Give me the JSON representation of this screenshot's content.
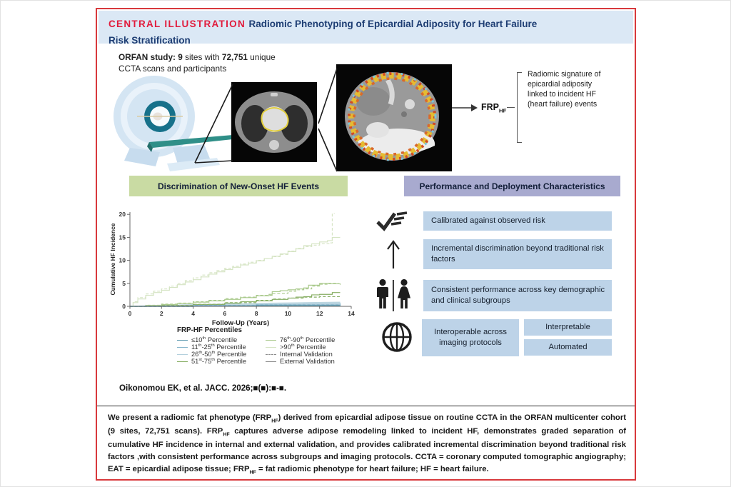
{
  "header": {
    "kicker": "CENTRAL ILLUSTRATION",
    "title_line1": "Radiomic Phenotyping of Epicardial Adiposity for Heart Failure",
    "title_line2": "Risk Stratification"
  },
  "study_text": "*ORFAN study:* *9* sites with *72,751* unique CCTA scans and participants",
  "frp": {
    "label": "FRP~HF~",
    "annotation": "Radiomic signature of epicardial adiposity linked to incident HF (heart failure) events"
  },
  "sections": {
    "left": "Discrimination of New-Onset HF Events",
    "right": "Performance and Deployment Characteristics"
  },
  "chart_data": {
    "type": "line",
    "title": "",
    "xlabel": "Follow-Up (Years)",
    "ylabel": "Cumulative HF Incidence",
    "xlim": [
      0,
      14
    ],
    "ylim": [
      0,
      20.5
    ],
    "xticks": [
      0,
      2,
      4,
      6,
      8,
      10,
      12,
      14
    ],
    "yticks": [
      0,
      5,
      10,
      15,
      20
    ],
    "legend_title": "FRP-HF Percentiles",
    "legend_col1": [
      {
        "label": "≤10^th^ Percentile",
        "color": "#5e9ab0",
        "dash": false
      },
      {
        "label": "11^th^-25^th^ Percentile",
        "color": "#86b6cc",
        "dash": false
      },
      {
        "label": "26^th^-50^th^ Percentile",
        "color": "#b3d0dd",
        "dash": false
      },
      {
        "label": "51^st^-75^th^ Percentile",
        "color": "#86ad62",
        "dash": false
      }
    ],
    "legend_col2": [
      {
        "label": "76^th^-90^th^ Percentile",
        "color": "#a9c98b",
        "dash": false
      },
      {
        "label": ">90^th^ Percentile",
        "color": "#d5e4c3",
        "dash": false
      },
      {
        "label": "Internal Validation",
        "color": "#8a8a8a",
        "dash": true
      },
      {
        "label": "External Validation",
        "color": "#8a8a8a",
        "dash": false
      }
    ],
    "band": {
      "color": "#6fa6bc",
      "opacity": 0.45,
      "upper": [
        [
          0,
          0.12
        ],
        [
          5,
          0.55
        ],
        [
          9,
          0.8
        ],
        [
          13.3,
          1.0
        ]
      ],
      "lower": [
        [
          0,
          0
        ],
        [
          13.3,
          0.05
        ]
      ]
    },
    "series": [
      {
        "name": ">90th Percentile (Internal Validation)",
        "color": "#d5e4c3",
        "dash": true,
        "points": [
          [
            0,
            0
          ],
          [
            0.2,
            1.0
          ],
          [
            0.5,
            1.9
          ],
          [
            1,
            2.7
          ],
          [
            1.5,
            3.3
          ],
          [
            2,
            3.8
          ],
          [
            2.5,
            4.4
          ],
          [
            3,
            5.0
          ],
          [
            3.5,
            5.6
          ],
          [
            4,
            6.2
          ],
          [
            4.5,
            6.8
          ],
          [
            5,
            7.3
          ],
          [
            5.5,
            7.8
          ],
          [
            6,
            8.3
          ],
          [
            6.5,
            8.7
          ],
          [
            7,
            9.2
          ],
          [
            7.5,
            9.6
          ],
          [
            8,
            10.0
          ],
          [
            8.5,
            10.4
          ],
          [
            9,
            10.8
          ],
          [
            9.5,
            11.3
          ],
          [
            10,
            12.0
          ],
          [
            10.5,
            12.6
          ],
          [
            11,
            13.0
          ],
          [
            11.5,
            13.3
          ],
          [
            12,
            13.6
          ],
          [
            12.7,
            13.8
          ],
          [
            12.8,
            20.2
          ],
          [
            12.95,
            20.2
          ]
        ]
      },
      {
        "name": ">90th Percentile (External Validation)",
        "color": "#d5e4c3",
        "dash": false,
        "points": [
          [
            0,
            0
          ],
          [
            0.2,
            0.8
          ],
          [
            0.5,
            1.6
          ],
          [
            1,
            2.4
          ],
          [
            1.5,
            3.0
          ],
          [
            2,
            3.5
          ],
          [
            2.5,
            4.1
          ],
          [
            3,
            4.7
          ],
          [
            3.5,
            5.3
          ],
          [
            4,
            5.8
          ],
          [
            4.5,
            6.4
          ],
          [
            5,
            7.0
          ],
          [
            5.5,
            7.5
          ],
          [
            6,
            8.0
          ],
          [
            6.5,
            8.5
          ],
          [
            7,
            9.0
          ],
          [
            7.5,
            9.4
          ],
          [
            8,
            9.9
          ],
          [
            8.5,
            10.4
          ],
          [
            9,
            10.9
          ],
          [
            9.5,
            11.4
          ],
          [
            10,
            11.9
          ],
          [
            10.5,
            12.5
          ],
          [
            11,
            13.2
          ],
          [
            11.5,
            13.6
          ],
          [
            12,
            14.0
          ],
          [
            12.5,
            14.3
          ],
          [
            12.8,
            15.0
          ],
          [
            13.3,
            15.0
          ]
        ]
      },
      {
        "name": "76th-90th Percentile (Internal Validation)",
        "color": "#a9c98b",
        "dash": true,
        "points": [
          [
            0,
            0
          ],
          [
            1,
            0.25
          ],
          [
            2,
            0.5
          ],
          [
            3,
            0.7
          ],
          [
            4,
            1.0
          ],
          [
            5,
            1.3
          ],
          [
            6,
            1.7
          ],
          [
            7,
            2.0
          ],
          [
            8,
            2.4
          ],
          [
            9,
            2.8
          ],
          [
            10,
            3.3
          ],
          [
            10.5,
            3.6
          ],
          [
            11,
            3.8
          ],
          [
            11.5,
            4.4
          ],
          [
            12,
            4.8
          ],
          [
            12.5,
            5.0
          ],
          [
            13.2,
            5.0
          ]
        ]
      },
      {
        "name": "76th-90th Percentile (External Validation)",
        "color": "#a9c98b",
        "dash": false,
        "points": [
          [
            0,
            0
          ],
          [
            1,
            0.2
          ],
          [
            2,
            0.4
          ],
          [
            3,
            0.6
          ],
          [
            4,
            0.9
          ],
          [
            5,
            1.2
          ],
          [
            6,
            1.5
          ],
          [
            7,
            1.9
          ],
          [
            8,
            2.3
          ],
          [
            8.8,
            2.6
          ],
          [
            9,
            3.2
          ],
          [
            9.5,
            3.4
          ],
          [
            10,
            3.6
          ],
          [
            10.5,
            3.8
          ],
          [
            11,
            4.0
          ],
          [
            11.3,
            4.6
          ],
          [
            12,
            5.0
          ],
          [
            12.6,
            4.9
          ],
          [
            13.3,
            4.7
          ]
        ]
      },
      {
        "name": "51st-75th Percentile (Internal Validation)",
        "color": "#86ad62",
        "dash": true,
        "points": [
          [
            0,
            0
          ],
          [
            2,
            0.2
          ],
          [
            4,
            0.45
          ],
          [
            6,
            0.8
          ],
          [
            8,
            1.3
          ],
          [
            9,
            1.6
          ],
          [
            10,
            1.8
          ],
          [
            11,
            2.0
          ],
          [
            12,
            2.1
          ],
          [
            13.3,
            2.2
          ]
        ]
      },
      {
        "name": "51st-75th Percentile (External Validation)",
        "color": "#86ad62",
        "dash": false,
        "points": [
          [
            0,
            0
          ],
          [
            2,
            0.15
          ],
          [
            4,
            0.4
          ],
          [
            6,
            0.7
          ],
          [
            7,
            1.0
          ],
          [
            8,
            1.2
          ],
          [
            9,
            1.5
          ],
          [
            10,
            1.8
          ],
          [
            10.5,
            2.0
          ],
          [
            11,
            2.1
          ],
          [
            11.5,
            2.5
          ],
          [
            12,
            2.6
          ],
          [
            12.8,
            3.0
          ],
          [
            13.3,
            3.0
          ]
        ]
      },
      {
        "name": "26th-50th Percentile (Internal Validation)",
        "color": "#b3d0dd",
        "dash": true,
        "points": [
          [
            0,
            0
          ],
          [
            4,
            0.25
          ],
          [
            8,
            0.5
          ],
          [
            11,
            0.65
          ],
          [
            13.3,
            0.75
          ]
        ]
      },
      {
        "name": "26th-50th Percentile (External Validation)",
        "color": "#b3d0dd",
        "dash": false,
        "points": [
          [
            0,
            0
          ],
          [
            4,
            0.2
          ],
          [
            8,
            0.45
          ],
          [
            11,
            0.7
          ],
          [
            13.3,
            0.8
          ]
        ]
      },
      {
        "name": "11th-25th Percentile (Internal Validation)",
        "color": "#86b6cc",
        "dash": true,
        "points": [
          [
            0,
            0
          ],
          [
            4,
            0.18
          ],
          [
            8,
            0.35
          ],
          [
            13.3,
            0.55
          ]
        ]
      },
      {
        "name": "11th-25th Percentile (External Validation)",
        "color": "#86b6cc",
        "dash": false,
        "points": [
          [
            0,
            0
          ],
          [
            4,
            0.15
          ],
          [
            8,
            0.3
          ],
          [
            13.3,
            0.5
          ]
        ]
      },
      {
        "name": "≤10th Percentile (Internal Validation)",
        "color": "#5e9ab0",
        "dash": true,
        "points": [
          [
            0,
            0
          ],
          [
            4,
            0.12
          ],
          [
            8,
            0.22
          ],
          [
            13.3,
            0.32
          ]
        ]
      },
      {
        "name": "≤10th Percentile (External Validation)",
        "color": "#5e9ab0",
        "dash": false,
        "points": [
          [
            0,
            0
          ],
          [
            4,
            0.1
          ],
          [
            8,
            0.2
          ],
          [
            13.3,
            0.3
          ]
        ]
      }
    ]
  },
  "performance": {
    "rows": [
      {
        "icon": "check-list-icon",
        "label": "Calibrated against observed risk"
      },
      {
        "icon": "arrow-up-icon",
        "label": "Incremental discrimination beyond traditional risk factors"
      },
      {
        "icon": "male-female-icon",
        "label": "Consistent performance across key demographic and clinical subgroups"
      },
      {
        "icon": "globe-icon",
        "label": "Interoperable across imaging protocols"
      }
    ],
    "extra_boxes": [
      "Interpretable",
      "Automated"
    ]
  },
  "citation": "Oikonomou EK, et al. JACC. 2026;■(■):■-■.",
  "caption": "We present a radiomic fat phenotype (FRP~HF~) derived from epicardial adipose tissue on routine CCTA in the ORFAN multicenter cohort (9 sites, 72,751 scans). FRP~HF~ captures adverse adipose remodeling linked to incident HF, demonstrates graded separation of cumulative HF incidence in internal and external validation, and provides calibrated incremental discrimination beyond traditional risk factors ,with consistent performance across subgroups and imaging protocols. CCTA = coronary computed tomographic angiography; EAT = epicardial adipose tissue; FRP~HF~ = fat radiomic phenotype for heart failure; HF = heart failure.",
  "colors": {
    "border_red": "#d8393c",
    "kicker_red": "#e11b3c",
    "navy": "#1d3d73",
    "band_blue": "#dbe8f5",
    "green_header_bg": "#c9dba3",
    "purple_header_bg": "#a8aacf",
    "box_blue": "#bdd3e8"
  }
}
